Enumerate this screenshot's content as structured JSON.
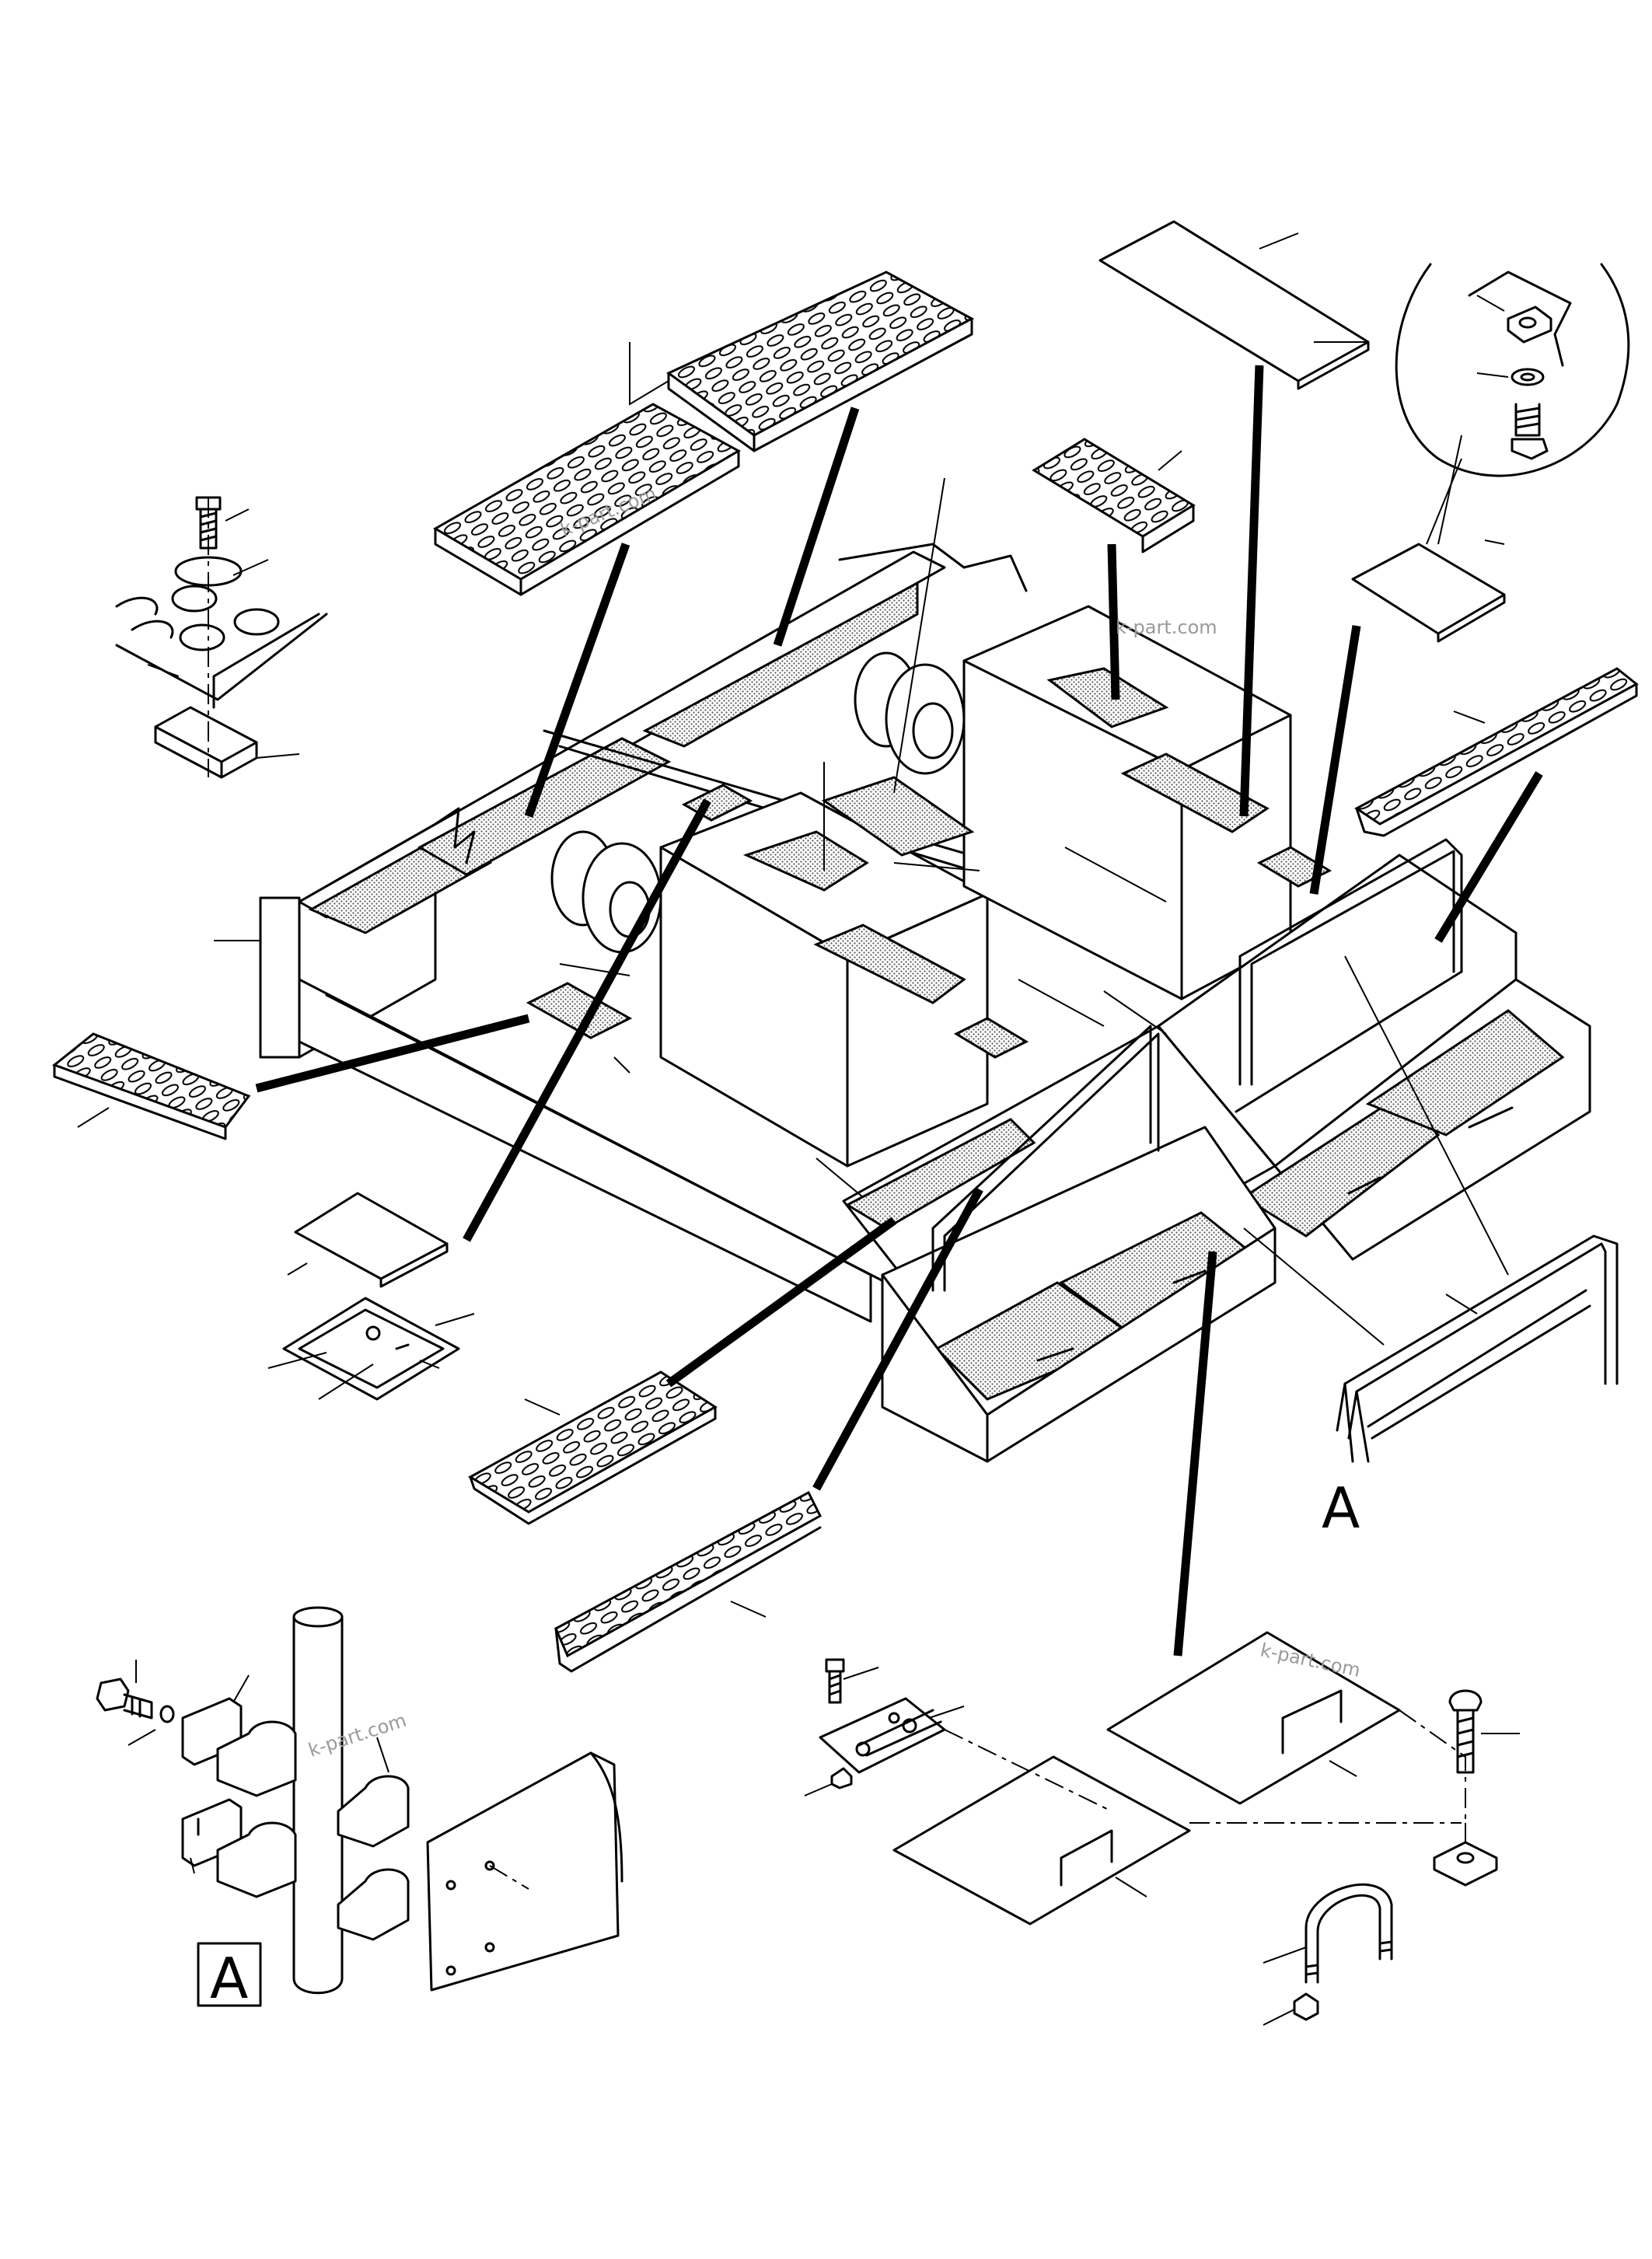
{
  "labels": {
    "view_marker": "A",
    "view_marker_boxed": "A"
  },
  "watermarks": {
    "wm1": "k-part.com",
    "wm2": "k-part.com",
    "wm3": "k-part.com",
    "wm4": "k-part.com"
  },
  "colors": {
    "line": "#000000",
    "shade": "#c8c8c8",
    "watermark": "#9a9a9a",
    "background": "#ffffff"
  }
}
